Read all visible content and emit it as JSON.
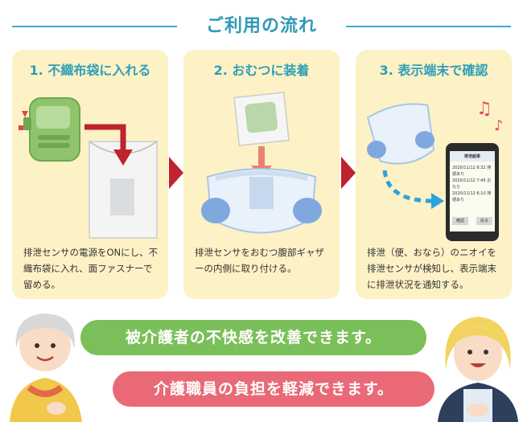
{
  "header": {
    "title": "ご利用の流れ"
  },
  "steps": [
    {
      "title": "1. 不織布袋に入れる",
      "desc": "排泄センサの電源をONにし、不織布袋に入れ、面ファスナーで留める。"
    },
    {
      "title": "2. おむつに装着",
      "desc": "排泄センサをおむつ腹部ギャザーの内側に取り付ける。"
    },
    {
      "title": "3. 表示端末で確認",
      "desc": "排泄（便、おなら）のニオイを排泄センサが検知し、表示端末に排泄状況を通知する。"
    }
  ],
  "phone": {
    "title": "排泄結果",
    "lines": [
      "2020/11/12 8:32 排便あり",
      "2020/11/12 7:45 おなら",
      "2020/11/12 6:10 排便あり"
    ],
    "btn_left": "確認",
    "btn_right": "戻る"
  },
  "banners": {
    "caregiver": "被介護者の不快感を改善できます。",
    "staff": "介護職員の負担を軽減できます。"
  },
  "colors": {
    "accent": "#2e9fb8",
    "card_bg": "#fdf1c6",
    "arrow_red": "#c0222e",
    "banner_green": "#7bbf5a",
    "banner_pink": "#e96a76"
  }
}
